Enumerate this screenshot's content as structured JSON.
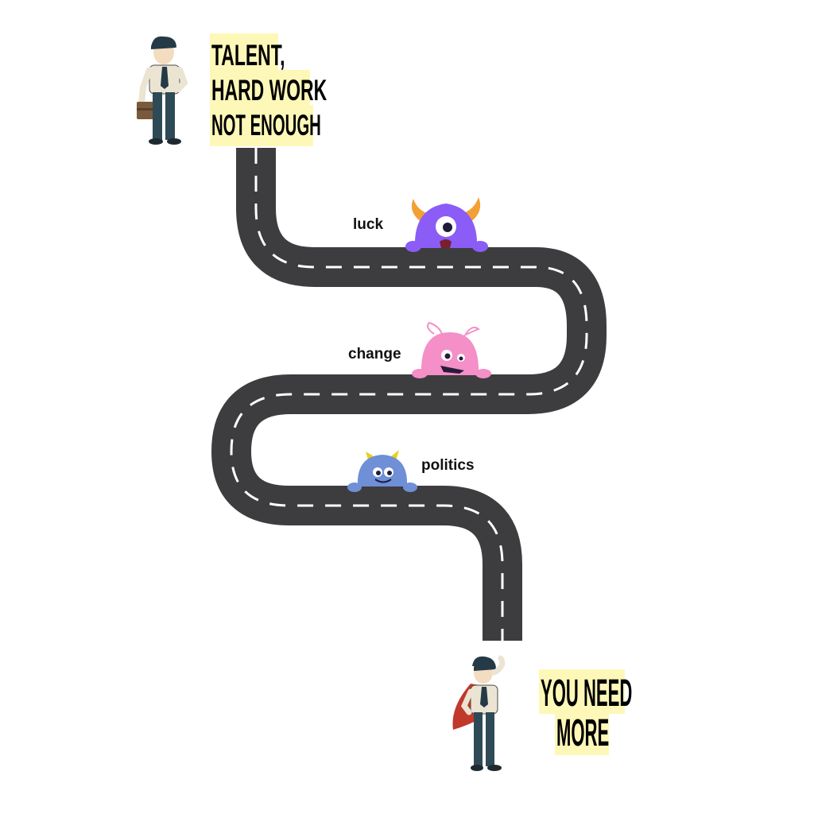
{
  "headline_top": {
    "lines": [
      "TALENT,",
      "HARD WORK",
      "NOT ENOUGH"
    ]
  },
  "headline_bottom": {
    "lines": [
      "YOU NEED",
      "MORE"
    ]
  },
  "obstacles": {
    "luck": "luck",
    "change": "change",
    "politics": "politics"
  },
  "colors": {
    "road": "#3d3d3f",
    "road_dash": "#ffffff",
    "highlight": "#fdf8b8",
    "purple_monster": "#8b5cf6",
    "pink_monster": "#f48fc8",
    "blue_monster": "#6f8fd6",
    "horn_orange": "#f2a033",
    "horn_yellow": "#e6d21a",
    "suit_shirt": "#ece4d2",
    "suit_pants": "#2e4a57",
    "hair": "#243a47",
    "cape": "#c0392b"
  },
  "icons": {
    "top_figure": "businessman-with-briefcase-icon",
    "bottom_figure": "superhero-businessman-icon",
    "luck_monster": "purple-cyclops-monster-icon",
    "change_monster": "pink-monster-icon",
    "politics_monster": "blue-monster-icon"
  }
}
